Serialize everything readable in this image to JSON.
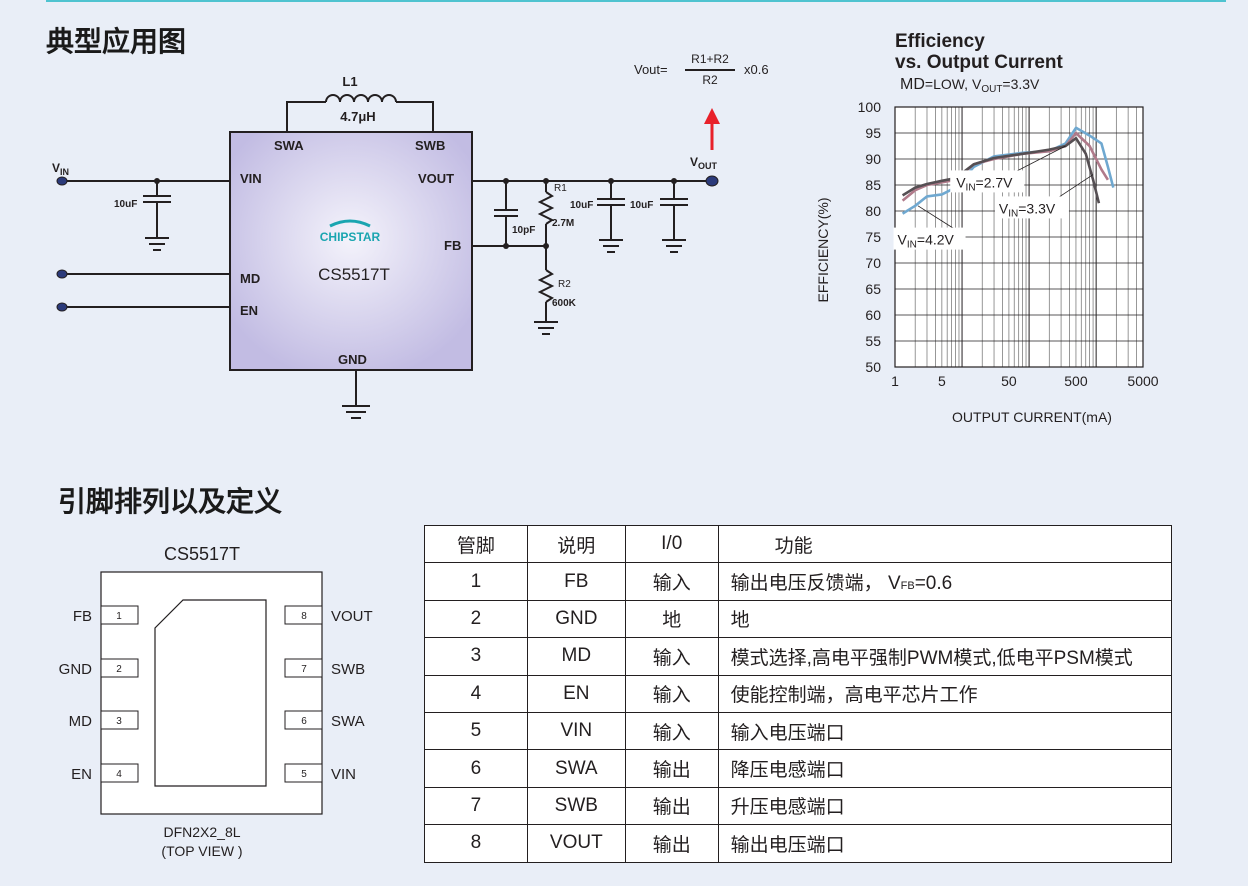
{
  "titles": {
    "typical_app": "典型应用图",
    "pin_def": "引脚排列以及定义"
  },
  "circuit": {
    "chip_name": "CS5517T",
    "logo_text": "CHIPSTAR",
    "pins": {
      "swa": "SWA",
      "swb": "SWB",
      "vin": "VIN",
      "vout": "VOUT",
      "fb": "FB",
      "md": "MD",
      "en": "EN",
      "gnd": "GND"
    },
    "inductor": {
      "name": "L1",
      "value": "4.7μH"
    },
    "vin_label": {
      "main": "V",
      "sub": "IN"
    },
    "vout_label": {
      "main": "V",
      "sub": "OUT"
    },
    "cap_in": "10uF",
    "cap_fb": "10pF",
    "cap_out1": "10uF",
    "cap_out2": "10uF",
    "r1": {
      "name": "R1",
      "value": "2.7M"
    },
    "r2": {
      "name": "R2",
      "value": "600K"
    },
    "formula": {
      "prefix": "Vout=",
      "numerator": "R1+R2",
      "denominator": "R2",
      "suffix": "x0.6"
    },
    "colors": {
      "chip_fill": "#c9c4e6",
      "arrow": "#e8202a",
      "logo_teal": "#1aa5b0"
    }
  },
  "chart_data": {
    "type": "line",
    "title": "Efficiency",
    "title_line2": "vs. Output Current",
    "subtitle_prefix": "MD",
    "subtitle_mid": "=LOW, V",
    "subtitle_sub": "OUT",
    "subtitle_end": "=3.3V",
    "xlabel": "OUTPUT CURRENT(mA)",
    "ylabel": "EFFICIENCY(%)",
    "x_scale": "log",
    "xlim": [
      1,
      5000
    ],
    "ylim": [
      50,
      100
    ],
    "x_ticks": [
      "1",
      "5",
      "50",
      "500",
      "5000"
    ],
    "y_ticks": [
      "100",
      "95",
      "90",
      "85",
      "80",
      "75",
      "70",
      "65",
      "60",
      "55",
      "50"
    ],
    "grid": true,
    "series": [
      {
        "name": "VIN=4.2V",
        "label_main": "V",
        "label_sub": "IN",
        "label_end": "=4.2V",
        "color": "#6fa8d0",
        "points": [
          [
            1.3,
            79.5
          ],
          [
            2,
            81
          ],
          [
            3,
            82.8
          ],
          [
            5,
            83.2
          ],
          [
            8,
            84.5
          ],
          [
            15,
            88.5
          ],
          [
            30,
            90.5
          ],
          [
            80,
            91.2
          ],
          [
            200,
            91.5
          ],
          [
            350,
            93
          ],
          [
            500,
            96
          ],
          [
            800,
            94.5
          ],
          [
            1200,
            93
          ],
          [
            1500,
            88.5
          ],
          [
            1800,
            84.5
          ]
        ]
      },
      {
        "name": "VIN=3.3V",
        "label_main": "V",
        "label_sub": "IN",
        "label_end": "=3.3V",
        "color": "#b07a8a",
        "points": [
          [
            1.3,
            82
          ],
          [
            2,
            84
          ],
          [
            3,
            85
          ],
          [
            5,
            85.5
          ],
          [
            8,
            86
          ],
          [
            15,
            89
          ],
          [
            30,
            90
          ],
          [
            80,
            91
          ],
          [
            200,
            91.5
          ],
          [
            350,
            92.5
          ],
          [
            500,
            95
          ],
          [
            800,
            92.5
          ],
          [
            1200,
            88
          ],
          [
            1500,
            86
          ]
        ]
      },
      {
        "name": "VIN=2.7V",
        "label_main": "V",
        "label_sub": "IN",
        "label_end": "=2.7V",
        "color": "#554f53",
        "points": [
          [
            1.3,
            83
          ],
          [
            2,
            84.5
          ],
          [
            3,
            85.2
          ],
          [
            5,
            85.8
          ],
          [
            8,
            86.3
          ],
          [
            15,
            89
          ],
          [
            30,
            90.2
          ],
          [
            80,
            91
          ],
          [
            200,
            91.8
          ],
          [
            350,
            92.5
          ],
          [
            500,
            94
          ],
          [
            700,
            91
          ],
          [
            900,
            86
          ],
          [
            1100,
            81.5
          ]
        ]
      }
    ]
  },
  "package": {
    "name": "CS5517T",
    "package_type": "DFN2X2_8L",
    "view": "(TOP VIEW )",
    "left_pins": [
      {
        "num": "1",
        "name": "FB"
      },
      {
        "num": "2",
        "name": "GND"
      },
      {
        "num": "3",
        "name": "MD"
      },
      {
        "num": "4",
        "name": "EN"
      }
    ],
    "right_pins": [
      {
        "num": "8",
        "name": "VOUT"
      },
      {
        "num": "7",
        "name": "SWB"
      },
      {
        "num": "6",
        "name": "SWA"
      },
      {
        "num": "5",
        "name": "VIN"
      }
    ]
  },
  "pin_table": {
    "headers": [
      "管脚",
      "说明",
      "I/0",
      "功能"
    ],
    "rows": [
      {
        "pin": "1",
        "name": "FB",
        "io": "输入",
        "func": "输出电压反馈端，",
        "func_extra_main": "V",
        "func_extra_sub": "FB",
        "func_extra_end": "=0.6"
      },
      {
        "pin": "2",
        "name": "GND",
        "io": "地",
        "func": "地"
      },
      {
        "pin": "3",
        "name": "MD",
        "io": "输入",
        "func": "模式选择,高电平强制PWM模式,低电平PSM模式"
      },
      {
        "pin": "4",
        "name": "EN",
        "io": "输入",
        "func": "使能控制端，高电平芯片工作"
      },
      {
        "pin": "5",
        "name": "VIN",
        "io": "输入",
        "func": "输入电压端口"
      },
      {
        "pin": "6",
        "name": "SWA",
        "io": "输出",
        "func": "降压电感端口"
      },
      {
        "pin": "7",
        "name": "SWB",
        "io": "输出",
        "func": "升压电感端口"
      },
      {
        "pin": "8",
        "name": "VOUT",
        "io": "输出",
        "func": "输出电压端口"
      }
    ]
  }
}
